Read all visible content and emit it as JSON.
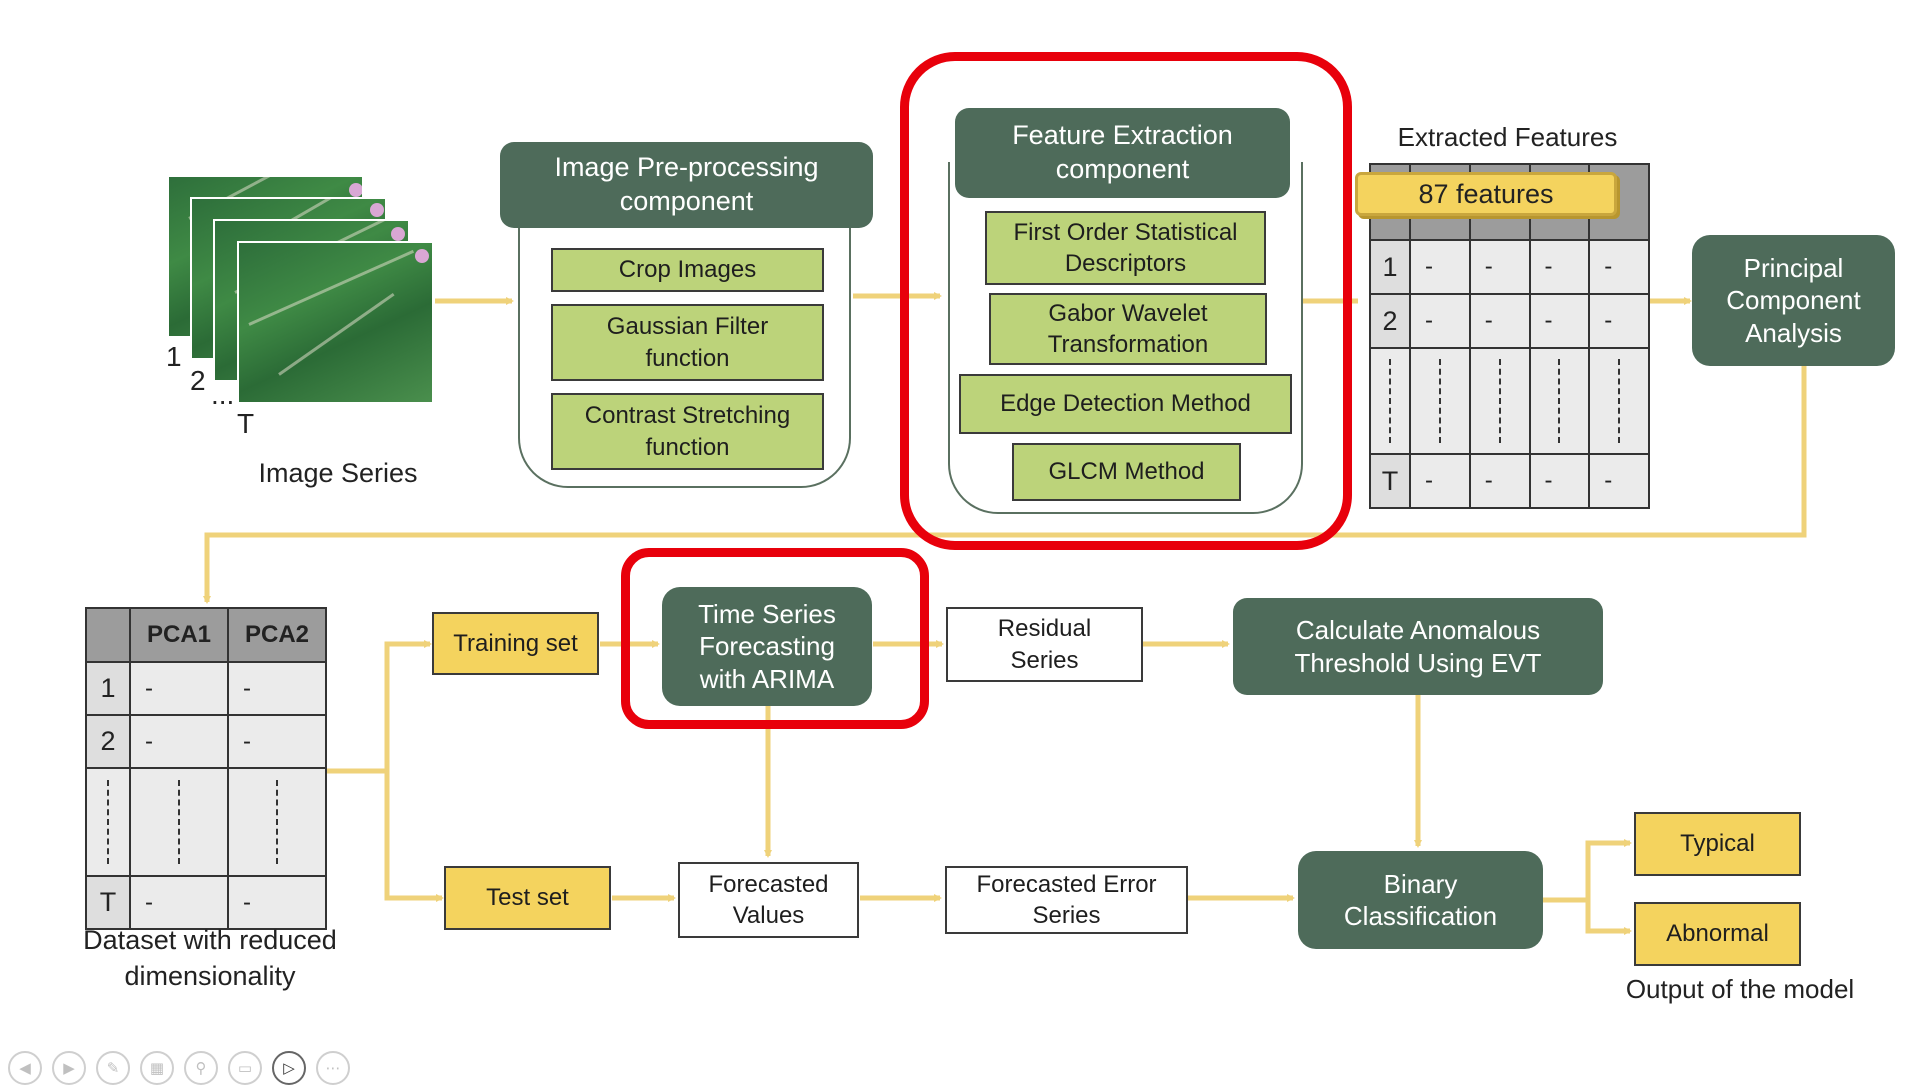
{
  "image_series": {
    "label": "Image Series",
    "frame_numbers": [
      "1",
      "2",
      "...",
      "T"
    ]
  },
  "preprocessing": {
    "title": "Image Pre-processing\ncomponent",
    "steps": [
      "Crop Images",
      "Gaussian Filter\nfunction",
      "Contrast Stretching\nfunction"
    ]
  },
  "feature_extraction": {
    "title": "Feature Extraction\ncomponent",
    "methods": [
      "First Order Statistical\nDescriptors",
      "Gabor Wavelet\nTransformation",
      "Edge Detection Method",
      "GLCM Method"
    ]
  },
  "extracted_features": {
    "title": "Extracted Features",
    "badge": "87 features",
    "rows": [
      {
        "index": "1",
        "cells": [
          "-",
          "-",
          "-",
          "-"
        ]
      },
      {
        "index": "2",
        "cells": [
          "-",
          "-",
          "-",
          "-"
        ]
      },
      {
        "index": "T",
        "cells": [
          "-",
          "-",
          "-",
          "-"
        ]
      }
    ]
  },
  "pca": {
    "title": "Principal\nComponent\nAnalysis"
  },
  "reduced_dataset": {
    "headers": [
      "PCA1",
      "PCA2"
    ],
    "rows": [
      {
        "index": "1",
        "cells": [
          "-",
          "-"
        ]
      },
      {
        "index": "2",
        "cells": [
          "-",
          "-"
        ]
      },
      {
        "index": "T",
        "cells": [
          "-",
          "-"
        ]
      }
    ],
    "caption": "Dataset with reduced\ndimensionality"
  },
  "training_set": "Training set",
  "test_set": "Test set",
  "forecasting": {
    "title": "Time Series\nForecasting\nwith ARIMA"
  },
  "residual_series": "Residual\nSeries",
  "threshold": {
    "title": "Calculate Anomalous\nThreshold Using EVT"
  },
  "forecasted_values": "Forecasted\nValues",
  "forecasted_error": "Forecasted Error\nSeries",
  "binary_classification": {
    "title": "Binary\nClassification"
  },
  "outputs": {
    "typical": "Typical",
    "abnormal": "Abnormal",
    "caption": "Output of the model"
  },
  "colors": {
    "node_dark": "#4e6b5a",
    "step_green": "#bcd37a",
    "set_yellow": "#f4d35e",
    "arrow": "#efd27a",
    "highlight_red": "#e8000b"
  },
  "toolbar_icons": [
    "prev-icon",
    "next-icon",
    "pen-icon",
    "slides-icon",
    "zoom-icon",
    "subtitles-icon",
    "video-icon",
    "more-icon"
  ]
}
